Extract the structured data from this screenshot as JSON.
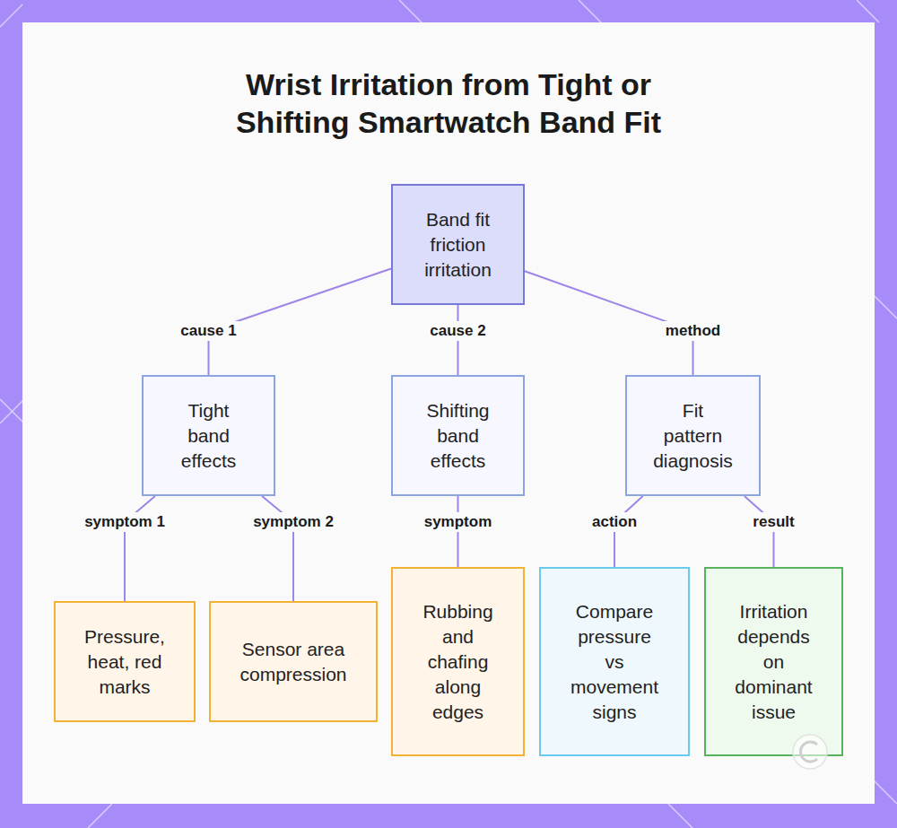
{
  "diagram": {
    "title": "Wrist Irritation from Tight or Shifting Smartwatch Band Fit",
    "nodes": [
      {
        "text": [
          "Band fit friction irritation"
        ]
      },
      {
        "text": [
          "Tight band effects"
        ]
      },
      {
        "text": [
          "Shifting band effects"
        ]
      },
      {
        "text": [
          "Fit pattern diagnosis"
        ]
      },
      {
        "text": [
          "Pressure, heat, red marks"
        ]
      },
      {
        "text": [
          "Sensor area compression"
        ]
      },
      {
        "text": [
          "Rubbing and chafing along edges"
        ]
      },
      {
        "text": [
          "Compare pressure vs movement signs"
        ]
      },
      {
        "text": [
          "Irritation depends on dominant issue"
        ]
      }
    ],
    "edges": [
      {
        "from": 0,
        "to": 1,
        "label": "cause 1",
        "arrow": "none"
      },
      {
        "from": 0,
        "to": 2,
        "label": "cause 2",
        "arrow": "none"
      },
      {
        "from": 0,
        "to": 3,
        "label": "method",
        "arrow": "none"
      },
      {
        "from": 1,
        "to": 4,
        "label": "symptom 1",
        "arrow": "none"
      },
      {
        "from": 1,
        "to": 5,
        "label": "symptom 2",
        "arrow": "none"
      },
      {
        "from": 2,
        "to": 6,
        "label": "symptom",
        "arrow": "none"
      },
      {
        "from": 3,
        "to": 7,
        "label": "action",
        "arrow": "none"
      },
      {
        "from": 3,
        "to": 8,
        "label": "result",
        "arrow": "none"
      }
    ]
  }
}
